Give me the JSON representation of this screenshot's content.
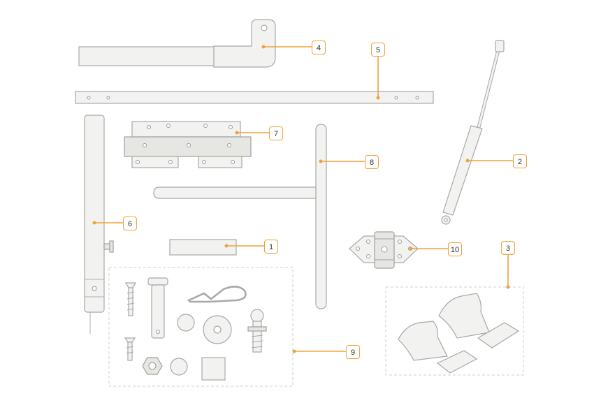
{
  "callouts": {
    "c1": "1",
    "c2": "2",
    "c3": "3",
    "c4": "4",
    "c5": "5",
    "c6": "6",
    "c7": "7",
    "c8": "8",
    "c9": "9",
    "c10": "10"
  },
  "colors": {
    "callout_accent": "#f0a23a",
    "part_fill": "#f2f2f0",
    "part_stroke": "#a8a8a8"
  }
}
